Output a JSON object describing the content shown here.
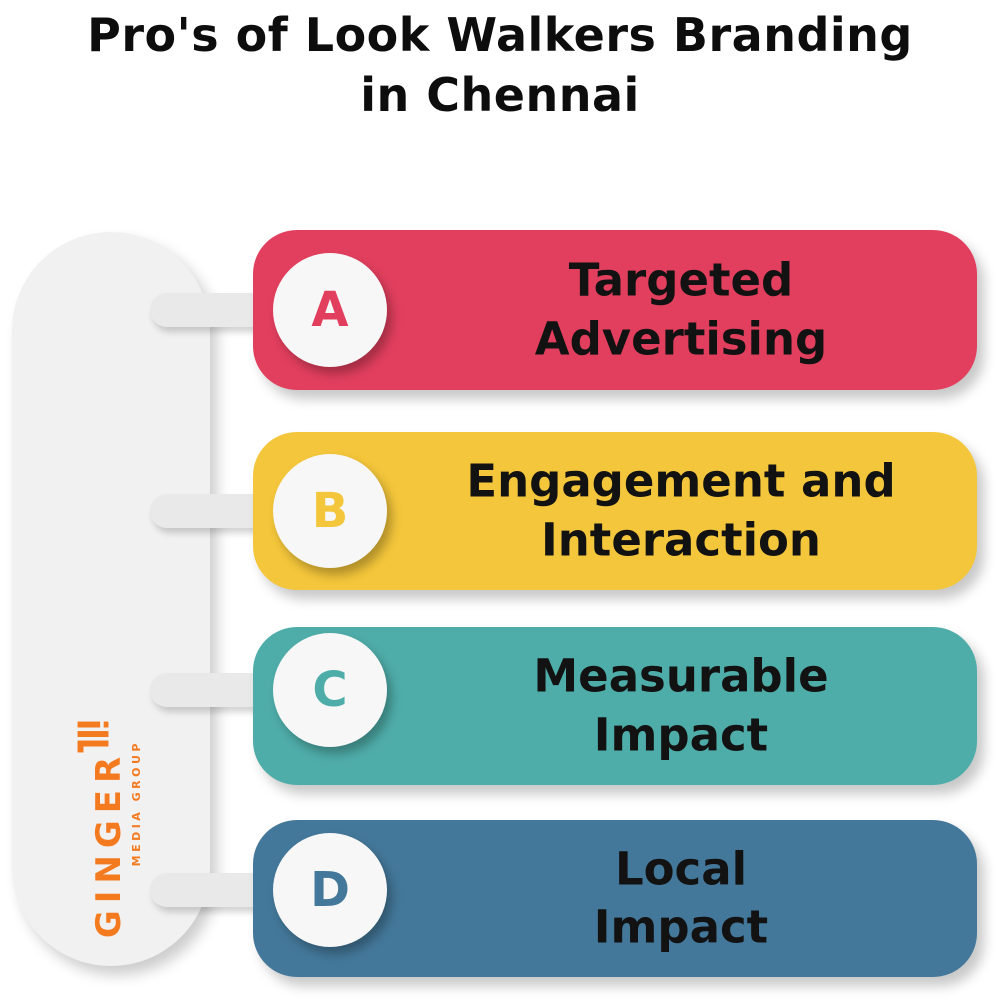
{
  "title": {
    "line1": "Pro's of Look Walkers Branding",
    "line2": "in Chennai"
  },
  "logo": {
    "brand": "GINGER",
    "subtitle": "MEDIA GROUP",
    "color": "#f47a20"
  },
  "items": [
    {
      "letter": "A",
      "label_line1": "Targeted",
      "label_line2": "Advertising",
      "color": "#e23f5e"
    },
    {
      "letter": "B",
      "label_line1": "Engagement and",
      "label_line2": "Interaction",
      "color": "#f4c63b"
    },
    {
      "letter": "C",
      "label_line1": "Measurable",
      "label_line2": "Impact",
      "color": "#4fada9"
    },
    {
      "letter": "D",
      "label_line1": "Local",
      "label_line2": "Impact",
      "color": "#44789a"
    }
  ]
}
